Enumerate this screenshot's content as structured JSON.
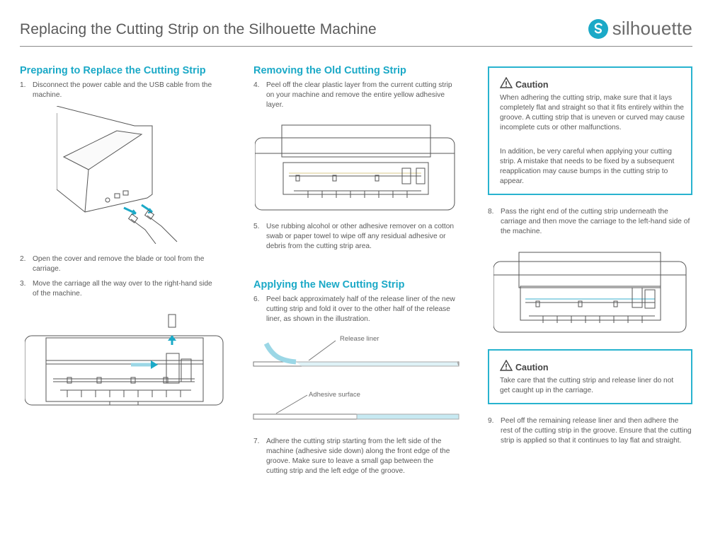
{
  "header": {
    "title": "Replacing the Cutting Strip on the Silhouette Machine",
    "logo_text": "silhouette",
    "logo_icon": "silhouette-s-icon"
  },
  "colors": {
    "accent": "#1ba9c7",
    "border": "#28b3cf",
    "text": "#5a5a5a"
  },
  "col1": {
    "heading": "Preparing to Replace the Cutting Strip",
    "steps": [
      {
        "num": "1.",
        "text": "Disconnect the power cable and the USB cable from the machine."
      },
      {
        "num": "2.",
        "text": "Open the cover and remove the blade or tool from the carriage."
      },
      {
        "num": "3.",
        "text": "Move the carriage all the way over to the right-hand side of the machine."
      }
    ]
  },
  "col2": {
    "heading1": "Removing the Old Cutting Strip",
    "heading2": "Applying the New Cutting Strip",
    "steps": [
      {
        "num": "4.",
        "text": "Peel off the clear plastic layer from the current cutting strip on your machine and remove the entire yellow adhesive layer."
      },
      {
        "num": "5.",
        "text": "Use rubbing alcohol or other adhesive remover on a cotton swab or paper towel to wipe off any residual adhesive or debris from the cutting strip area."
      },
      {
        "num": "6.",
        "text": "Peel back approximately half of the release liner of the new cutting strip and fold it over to the other half of the release liner, as shown in the illustration."
      },
      {
        "num": "7.",
        "text": "Adhere the cutting strip starting from the left side of the machine (adhesive side down) along the front edge of the groove. Make sure to leave a small gap between the cutting strip and the left edge of the groove."
      }
    ],
    "label_release": "Release liner",
    "label_adhesive": "Adhesive surface"
  },
  "col3": {
    "caution1": {
      "title": "Caution",
      "p1": "When adhering the cutting strip, make sure that it lays completely flat and straight so that it fits entirely within the groove. A cutting strip that is uneven or curved may cause incomplete cuts or other malfunctions.",
      "p2": "In addition, be very careful when applying your cutting strip. A mistake that needs to be fixed by a subsequent reapplication may cause bumps in the cutting strip to appear."
    },
    "caution2": {
      "title": "Caution",
      "p1": "Take care that the cutting strip and release liner do not get caught up in the carriage."
    },
    "steps": [
      {
        "num": "8.",
        "text": "Pass the right end of the cutting strip underneath the carriage and then move the carriage to the left-hand side of the machine."
      },
      {
        "num": "9.",
        "text": "Peel off the remaining release liner and then adhere the rest of the cutting strip in the groove. Ensure that the cutting strip is applied so that it continues to lay flat and straight."
      }
    ]
  }
}
